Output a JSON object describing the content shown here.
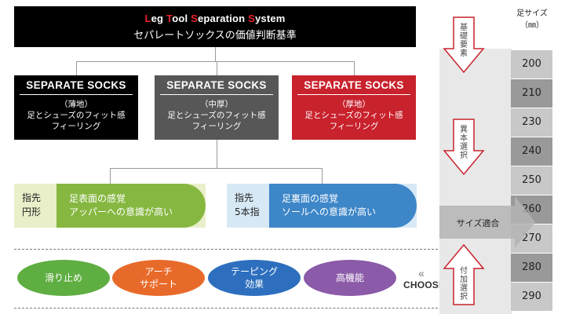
{
  "header": {
    "title_parts": [
      {
        "text": "L",
        "red": true
      },
      {
        "text": "eg ",
        "red": false
      },
      {
        "text": "T",
        "red": true
      },
      {
        "text": "ool ",
        "red": false
      },
      {
        "text": "S",
        "red": true
      },
      {
        "text": "eparation ",
        "red": false
      },
      {
        "text": "S",
        "red": true
      },
      {
        "text": "ystem",
        "red": false
      }
    ],
    "subtitle": "セパレートソックスの価値判断基準"
  },
  "socks": [
    {
      "title": "SEPARATE SOCKS",
      "thickness": "（薄地）",
      "line1": "足とシューズのフィット感",
      "line2": "フィーリング"
    },
    {
      "title": "SEPARATE SOCKS",
      "thickness": "（中厚）",
      "line1": "足とシューズのフィット感",
      "line2": "フィーリング"
    },
    {
      "title": "SEPARATE SOCKS",
      "thickness": "（厚地）",
      "line1": "足とシューズのフィット感",
      "line2": "フィーリング"
    }
  ],
  "toes": [
    {
      "side1": "指先",
      "side2": "円形",
      "line1": "足表面の感覚",
      "line2": "アッパーへの意識が高い"
    },
    {
      "side1": "指先",
      "side2": "5本指",
      "line1": "足裏面の感覚",
      "line2": "ソールへの意識が高い"
    }
  ],
  "features": [
    "滑り止め",
    "アーチ\nサポート",
    "テーピング\n効果",
    "高機能"
  ],
  "choose_label": "CHOOSE!",
  "choose_chevron": "«",
  "arrows": [
    {
      "label": "基礎要素"
    },
    {
      "label": "異本選択"
    },
    {
      "label": "付加選択"
    }
  ],
  "size_header": {
    "line1": "足サイズ",
    "line2": "（㎜）"
  },
  "sizes": [
    "200",
    "210",
    "230",
    "240",
    "250",
    "260",
    "270",
    "280",
    "290"
  ],
  "fit_label": "サイズ適合",
  "colors": {
    "red": "#c8222d",
    "black": "#000000",
    "gray": "#575757",
    "green": "#86b740",
    "blue": "#3d86c8"
  }
}
